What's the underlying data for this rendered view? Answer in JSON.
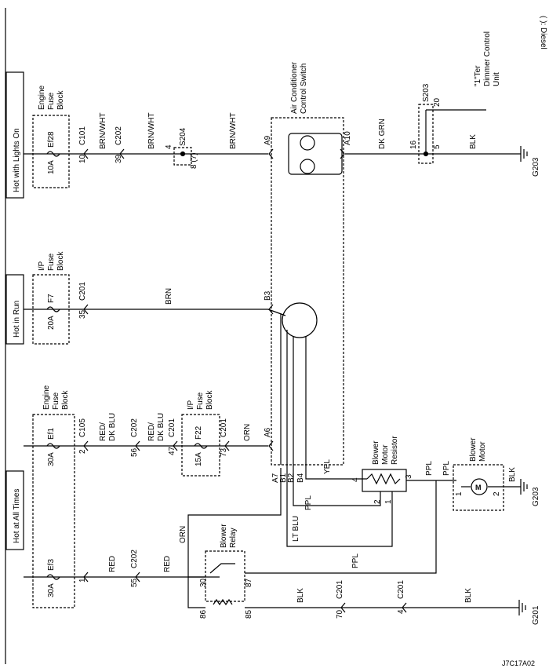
{
  "legend": "( ): Diesel",
  "figure_id": "J7C17A02",
  "bus": {
    "lights_on": "Hot with Lights On",
    "run": "Hot in Run",
    "all_times": "Hot at All Times"
  },
  "fuse_blocks": {
    "engine_top": [
      "Engine",
      "Fuse",
      "Block"
    ],
    "ip_mid": [
      "I/P",
      "Fuse",
      "Block"
    ],
    "engine_bottom": [
      "Engine",
      "Fuse",
      "Block"
    ],
    "ip_bottom": [
      "I/P",
      "Fuse",
      "Block"
    ]
  },
  "fuses": {
    "ef28": {
      "name": "Ef28",
      "amp": "10A"
    },
    "f7": {
      "name": "F7",
      "amp": "20A"
    },
    "ef1": {
      "name": "Ef1",
      "amp": "30A"
    },
    "f22": {
      "name": "F22",
      "amp": "15A"
    },
    "ef3": {
      "name": "Ef3",
      "amp": "30A"
    }
  },
  "connectors": {
    "c101": "C101",
    "c202": "C202",
    "c201": "C201",
    "c105": "C105",
    "a9": "A9",
    "a10": "A10",
    "b3": "B3",
    "a6": "A6",
    "a7": "A7",
    "b1": "B1",
    "b2": "B2",
    "b4": "B4"
  },
  "pins": {
    "p10": "10",
    "p39": "39",
    "p35": "35",
    "p2": "2",
    "p56": "56",
    "p47": "47",
    "p73": "73",
    "p1": "1",
    "p55": "55",
    "p70": "70",
    "p4": "4",
    "p30": "30",
    "p87": "87",
    "p86": "86",
    "p85": "85",
    "p16": "16",
    "p5": "5",
    "p20": "20",
    "r4": "4",
    "r2": "2",
    "r1": "1",
    "r3": "3",
    "m1": "1",
    "m2": "2",
    "s204_4": "4",
    "s204_8": "8 (7)"
  },
  "wires": {
    "brn_wht": "BRN/WHT",
    "brn": "BRN",
    "red_dkblu_1": "RED/",
    "red_dkblu_2": "DK BLU",
    "orn": "ORN",
    "red": "RED",
    "dk_grn": "DK GRN",
    "blk": "BLK",
    "yel": "YEL",
    "ppl": "PPL",
    "lt_blu": "LT BLU"
  },
  "components": {
    "ac_switch": [
      "Air Conditioner",
      "Control Switch"
    ],
    "dimmer": [
      "\"1\"Ter",
      "Dimmer Control",
      "Unit"
    ],
    "resistor": [
      "Blower",
      "Motor",
      "Resistor"
    ],
    "motor": [
      "Blower",
      "Motor"
    ],
    "motor_symbol": "M",
    "relay": [
      "Blower",
      "Relay"
    ],
    "splice_s204": "S204",
    "splice_s203": "S203"
  },
  "grounds": {
    "g203_top": "G203",
    "g203_mid": "G203",
    "g201": "G201"
  }
}
